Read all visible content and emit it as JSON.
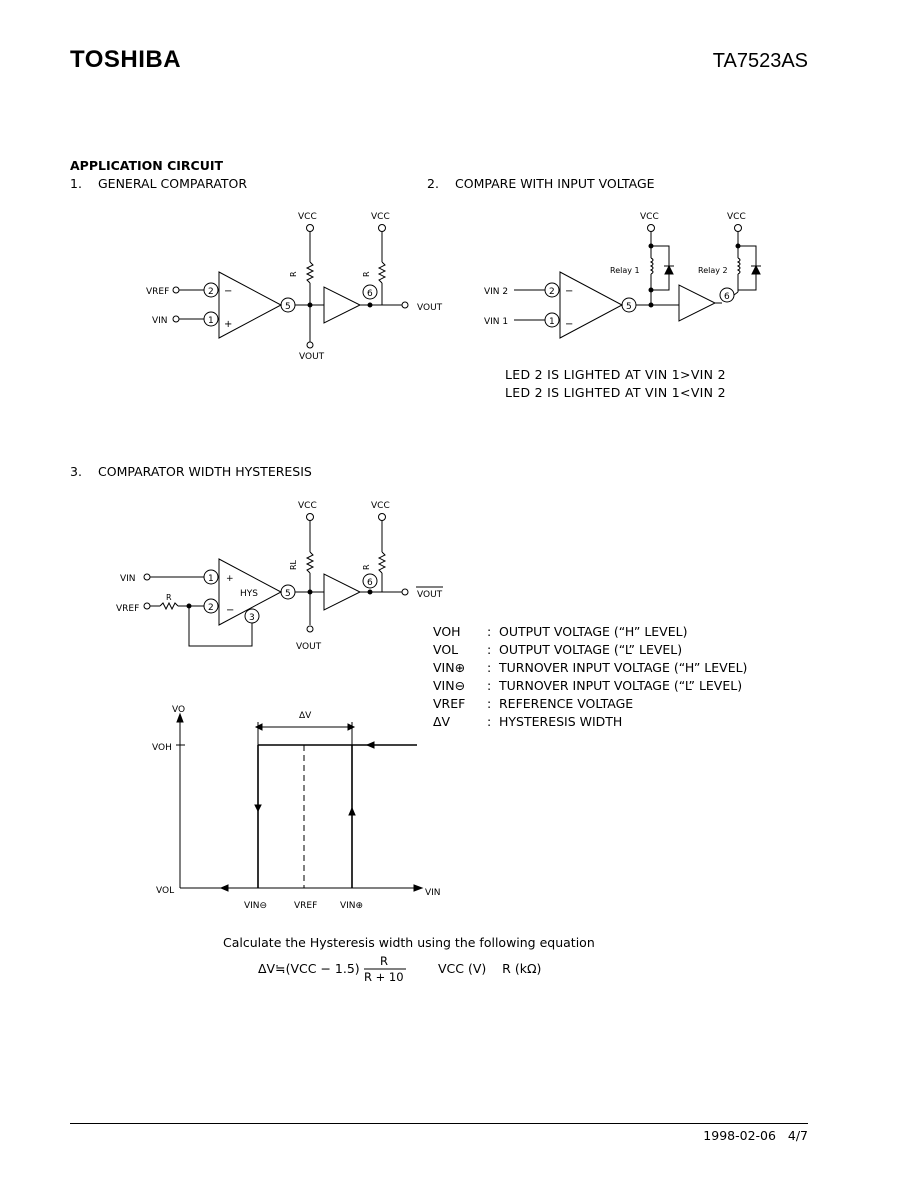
{
  "header": {
    "brand": "TOSHIBA",
    "part_number": "TA7523AS"
  },
  "section_title": "APPLICATION CIRCUIT",
  "circuits": [
    {
      "number": "1.",
      "title": "GENERAL COMPARATOR"
    },
    {
      "number": "2.",
      "title": "COMPARE WITH INPUT VOLTAGE"
    },
    {
      "number": "3.",
      "title": "COMPARATOR WIDTH HYSTERESIS"
    }
  ],
  "circuit1_labels": {
    "vcc": "VCC",
    "vref": "VREF",
    "vin": "VIN",
    "vout": "VOUT",
    "r": "R",
    "pin1": "1",
    "pin2": "2",
    "pin5": "5",
    "pin6": "6",
    "minus": "−",
    "plus": "+"
  },
  "circuit2_labels": {
    "vcc": "VCC",
    "relay1": "Relay 1",
    "relay2": "Relay 2",
    "vin2": "VIN 2",
    "vin1": "VIN 1"
  },
  "circuit2_notes": [
    "LED 2 IS LIGHTED AT VIN 1>VIN 2",
    "LED 2 IS LIGHTED AT VIN 1<VIN 2"
  ],
  "circuit3_labels": {
    "vin": "VIN",
    "vref": "VREF",
    "r": "R",
    "rl": "RL",
    "hys": "HYS",
    "vout": "VOUT",
    "vout_bar": "VOUT",
    "pin3": "3"
  },
  "legend": [
    {
      "symbol": "VOH",
      "desc": "OUTPUT VOLTAGE (“H” LEVEL)"
    },
    {
      "symbol": "VOL",
      "desc": "OUTPUT VOLTAGE (“L” LEVEL)"
    },
    {
      "symbol": "VIN⊕",
      "desc": "TURNOVER INPUT VOLTAGE (“H” LEVEL)"
    },
    {
      "symbol": "VIN⊖",
      "desc": "TURNOVER INPUT VOLTAGE (“L” LEVEL)"
    },
    {
      "symbol": "VREF",
      "desc": "REFERENCE VOLTAGE"
    },
    {
      "symbol": "ΔV",
      "desc": "HYSTERESIS WIDTH"
    }
  ],
  "graph_labels": {
    "vo": "VO",
    "voh": "VOH",
    "vol": "VOL",
    "vin": "VIN",
    "dv": "ΔV",
    "vin_minus": "VIN⊖",
    "vref": "VREF",
    "vin_plus": "VIN⊕"
  },
  "equation": {
    "intro": "Calculate the Hysteresis width using the following equation",
    "lhs": "ΔV≒(VCC − 1.5)",
    "numerator": "R",
    "denominator": "R + 10",
    "units": "VCC (V)    R (kΩ)"
  },
  "footer": {
    "date": "1998-02-06",
    "page": "4/7"
  }
}
